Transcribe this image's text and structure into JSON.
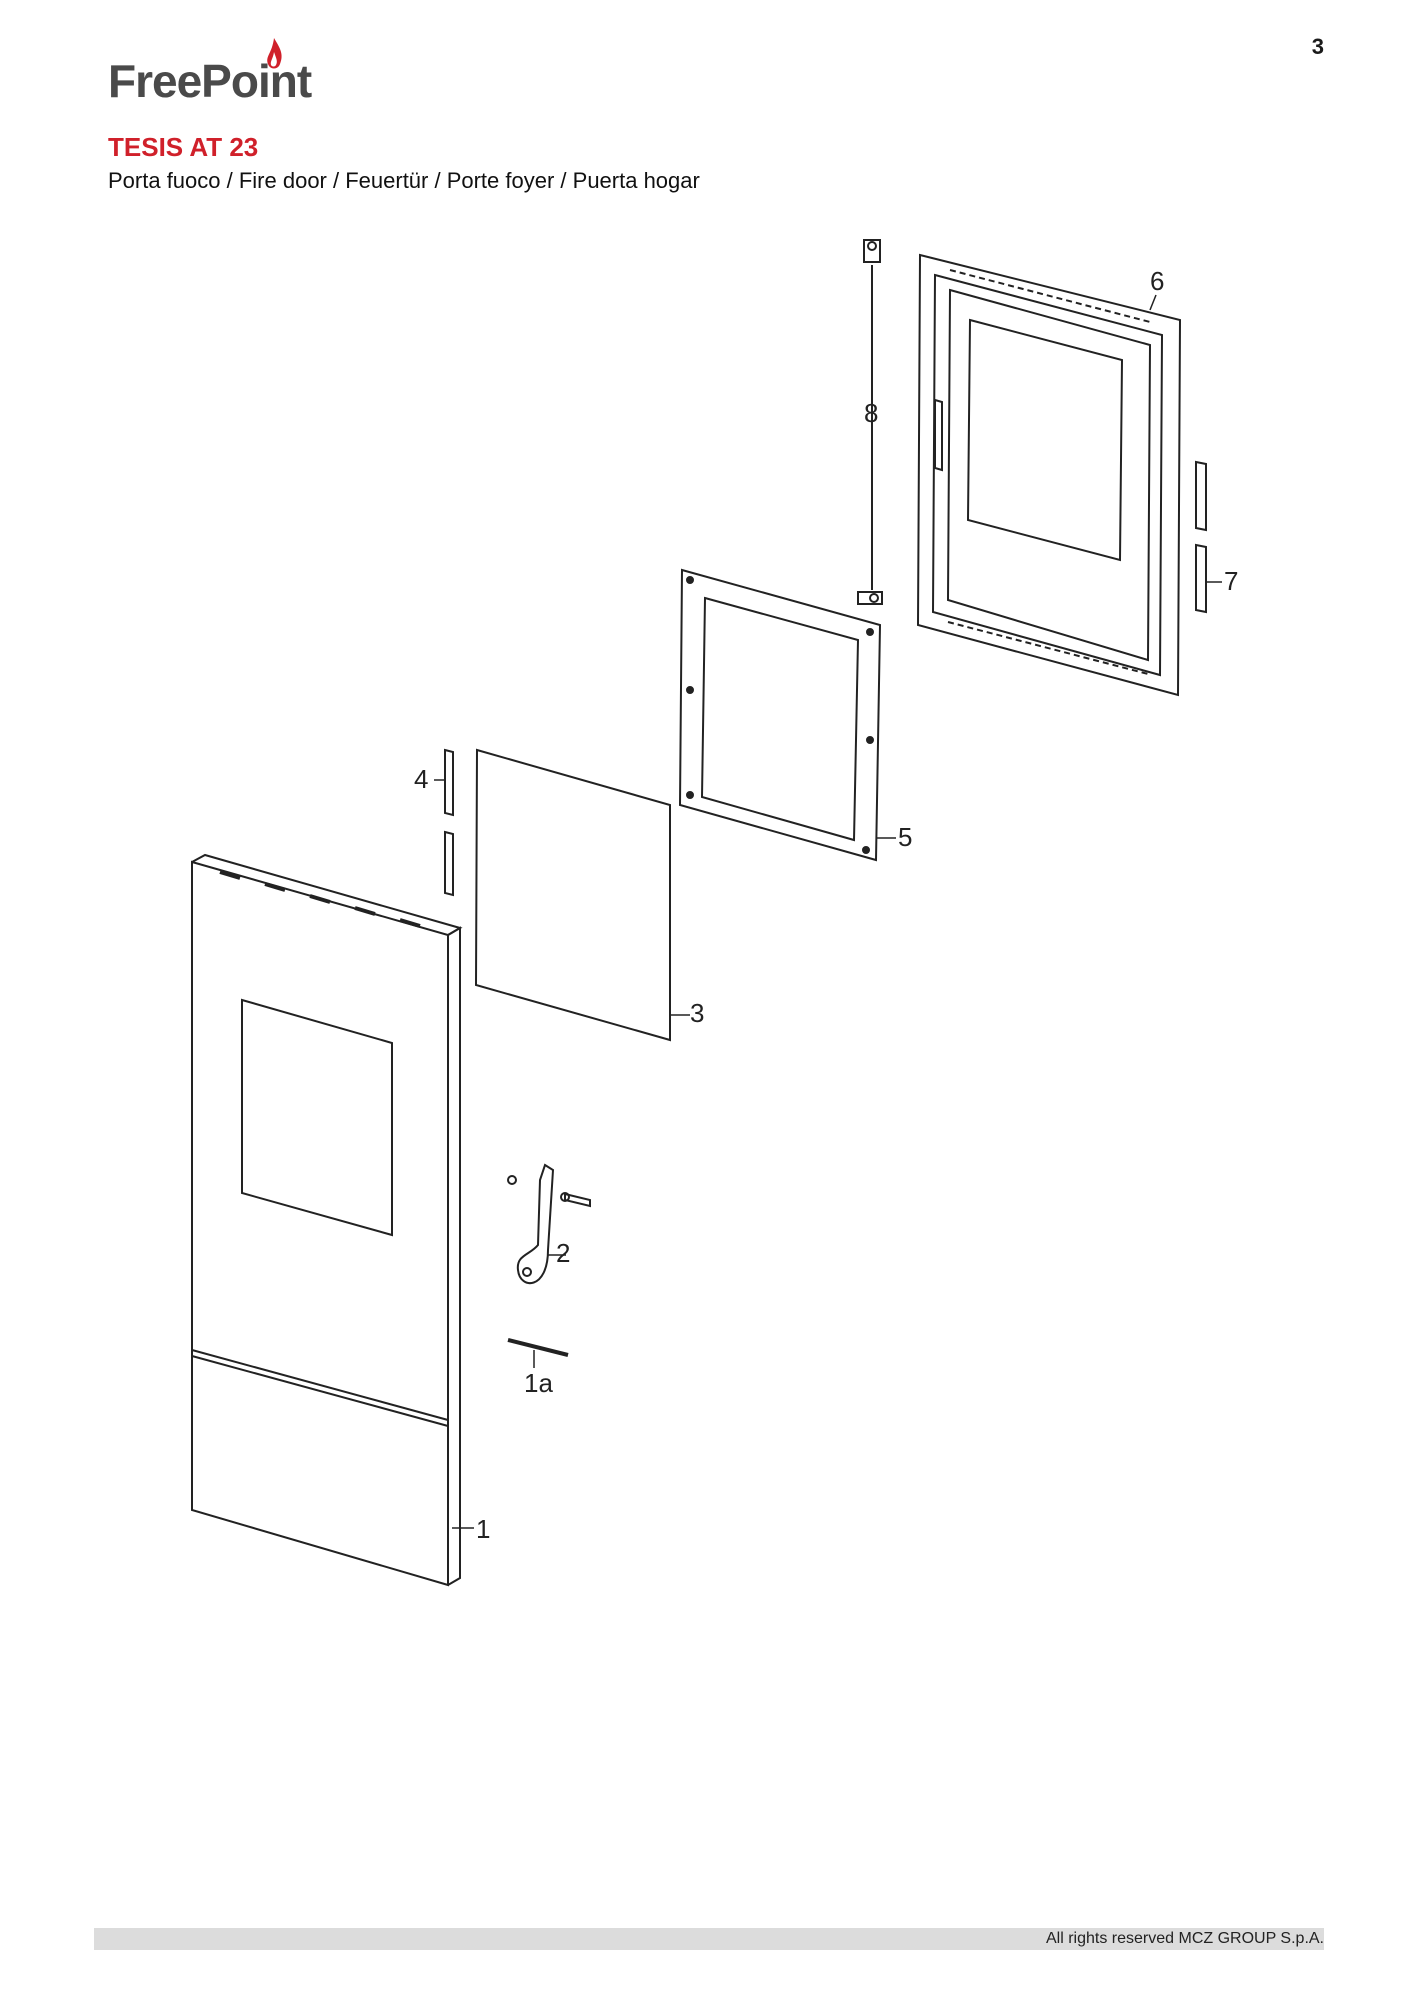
{
  "page_number": "3",
  "brand": {
    "logo_text": "FreePoint",
    "flame_color": "#d0202a",
    "logo_color": "#4a4a4a"
  },
  "title": "TESIS AT 23",
  "subtitle": "Porta fuoco / Fire door / Feuertür / Porte foyer / Puerta hogar",
  "diagram": {
    "callouts": [
      "1",
      "1a",
      "2",
      "3",
      "4",
      "5",
      "6",
      "7",
      "8"
    ]
  },
  "footer": "All rights reserved MCZ GROUP S.p.A."
}
